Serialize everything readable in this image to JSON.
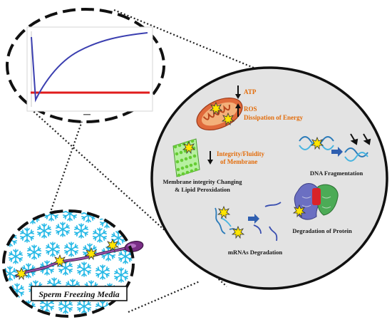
{
  "colors": {
    "curve": "#3b3fb0",
    "baseline": "#e01c1c",
    "panel_fill": "#e3e3e3",
    "snowflake": "#27b9e6",
    "highlight_text": "#e36c0a",
    "sperm": "#7a2e86"
  },
  "labels": {
    "atp": "ATP",
    "ros": "ROS",
    "dissipation": "Dissipation of Energy",
    "integrity_line1": "Integrity/Fluidity",
    "integrity_line2": "of  Membrane",
    "membrane_line1": "Membrane integrity Changing",
    "membrane_line2": "& Lipid Peroxidation",
    "dna": "DNA Fragmentation",
    "mrna": "mRNAs Degradation",
    "protein": "Degradation of  Protein",
    "media": "Sperm Freezing Media"
  },
  "icons": [
    "mitochondrion-icon",
    "membrane-bilayer-icon",
    "dna-icon",
    "protein-icon",
    "mrna-icon",
    "snowflake-icon",
    "sperm-icon",
    "star-burst-icon"
  ]
}
